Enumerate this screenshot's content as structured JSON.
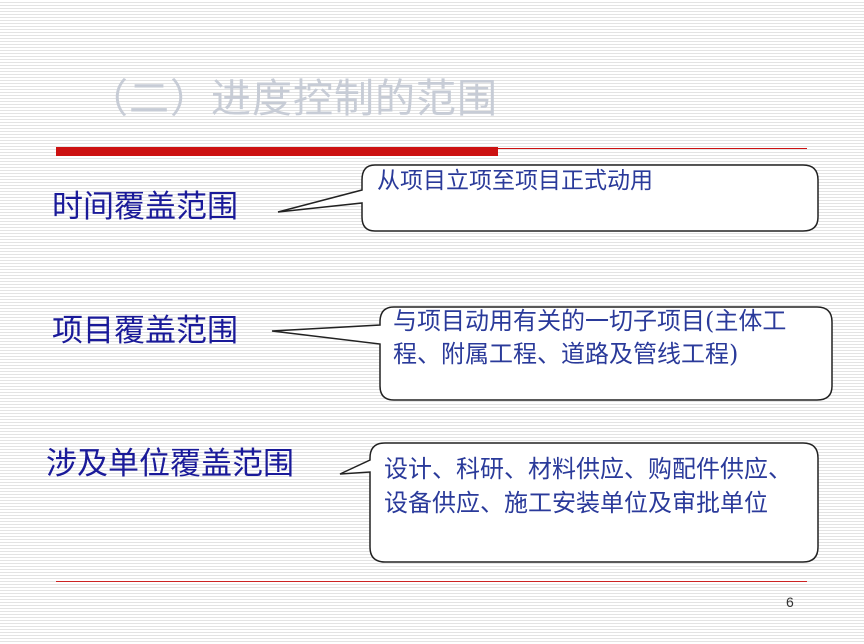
{
  "slide": {
    "title": "（二）进度控制的范围",
    "page_number": "6"
  },
  "items": [
    {
      "label": "时间覆盖范围",
      "description": "从项目立项至项目正式动用"
    },
    {
      "label": "项目覆盖范围",
      "description": "与项目动用有关的一切子项目(主体工程、附属工程、道路及管线工程)"
    },
    {
      "label": "涉及单位覆盖范围",
      "description": "设计、科研、材料供应、购配件供应、设备供应、施工安装单位及审批单位"
    }
  ],
  "colors": {
    "title": "#c7ccd6",
    "label": "#1a1a99",
    "callout_text": "#2a3a9a",
    "accent_red": "#cc1111"
  }
}
